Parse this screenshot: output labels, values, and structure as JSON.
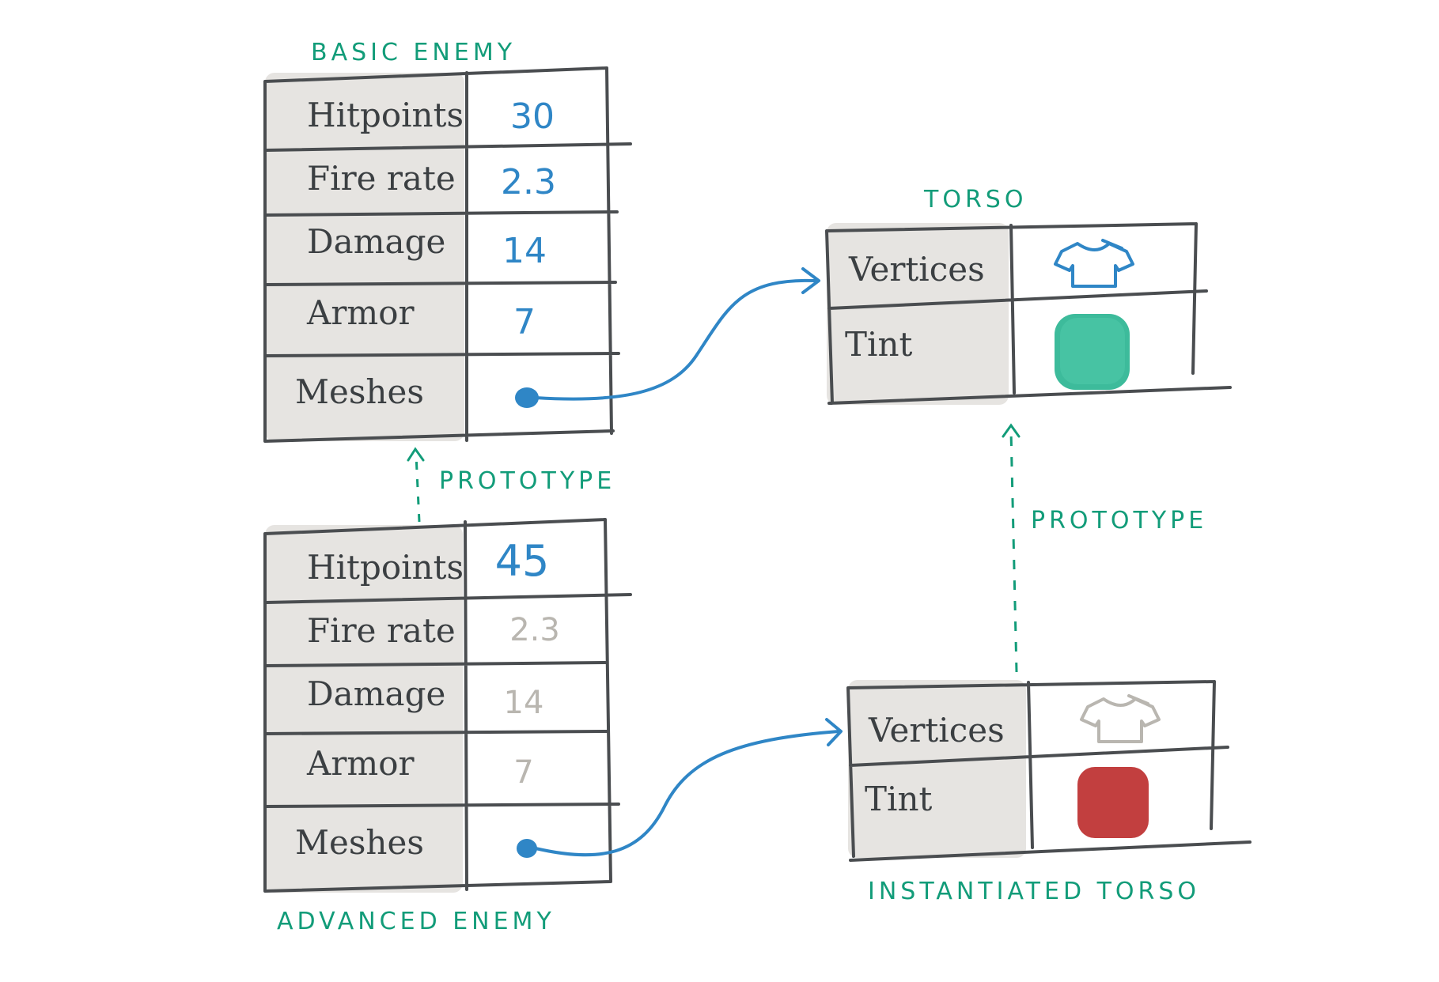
{
  "colors": {
    "blue": "#2f86c6",
    "green": "#129c79",
    "inherited_gray": "#b9b6b0",
    "teal_swatch": "#3dbb9b",
    "red_swatch": "#c23f3f"
  },
  "basic_enemy": {
    "label": "BASIC ENEMY",
    "rows": [
      {
        "key": "Hitpoints",
        "value": "30"
      },
      {
        "key": "Fire rate",
        "value": "2.3"
      },
      {
        "key": "Damage",
        "value": "14"
      },
      {
        "key": "Armor",
        "value": "7"
      },
      {
        "key": "Meshes",
        "value": ""
      }
    ]
  },
  "advanced_enemy": {
    "label": "ADVANCED ENEMY",
    "rows": [
      {
        "key": "Hitpoints",
        "value": "45"
      },
      {
        "key": "Fire rate",
        "value": "2.3"
      },
      {
        "key": "Damage",
        "value": "14"
      },
      {
        "key": "Armor",
        "value": "7"
      },
      {
        "key": "Meshes",
        "value": ""
      }
    ]
  },
  "torso": {
    "label": "TORSO",
    "rows": [
      {
        "key": "Vertices",
        "icon": "shirt-icon"
      },
      {
        "key": "Tint",
        "swatch": "teal"
      }
    ]
  },
  "instantiated_torso": {
    "label": "INSTANTIATED TORSO",
    "rows": [
      {
        "key": "Vertices",
        "icon": "shirt-icon"
      },
      {
        "key": "Tint",
        "swatch": "red"
      }
    ]
  },
  "prototype_links": {
    "enemy": "PROTOTYPE",
    "torso": "PROTOTYPE"
  }
}
